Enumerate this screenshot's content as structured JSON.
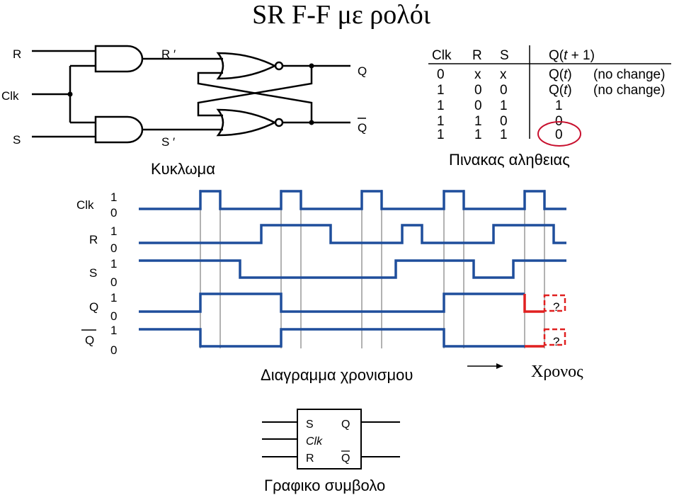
{
  "title": "SR F-F με ρολόι",
  "circuit": {
    "caption": "Κυκλωμα",
    "input_r": "R",
    "input_clk": "Clk",
    "input_s": "S",
    "r_prime": "R ′",
    "s_prime": "S ′",
    "out_q": "Q",
    "out_qbar": "Q"
  },
  "truth_table": {
    "caption": "Πινακας αληθειας",
    "headers": {
      "clk": "Clk",
      "r": "R",
      "s": "S",
      "q": "Q(",
      "q_t": "t",
      "q_end": " + 1)"
    },
    "rows": [
      {
        "clk": "0",
        "r": "x",
        "s": "x",
        "q": "Q(",
        "qt": "t",
        "qe": ")",
        "note": "(no change)"
      },
      {
        "clk": "1",
        "r": "0",
        "s": "0",
        "q": "Q(",
        "qt": "t",
        "qe": ")",
        "note": "(no change)"
      },
      {
        "clk": "1",
        "r": "0",
        "s": "1",
        "q": "1",
        "qt": "",
        "qe": "",
        "note": ""
      },
      {
        "clk": "1",
        "r": "1",
        "s": "0",
        "q": "0",
        "qt": "",
        "qe": "",
        "note": ""
      },
      {
        "clk": "1",
        "r": "1",
        "s": "1",
        "q": "0",
        "qt": "",
        "qe": "",
        "note": ""
      }
    ]
  },
  "timing": {
    "caption": "Διαγραμμα χρονισμου",
    "time_label": "Χρονος",
    "unknown_mark": "?",
    "signals": [
      {
        "name": "Clk",
        "high": "1",
        "low": "0"
      },
      {
        "name": "R",
        "high": "1",
        "low": "0"
      },
      {
        "name": "S",
        "high": "1",
        "low": "0"
      },
      {
        "name": "Q",
        "high": "1",
        "low": "0"
      },
      {
        "name": "Q",
        "high": "1",
        "low": "0"
      }
    ]
  },
  "symbol": {
    "caption": "Γραφικο συμβολο",
    "s": "S",
    "q": "Q",
    "clk": "Clk",
    "r": "R",
    "qbar": "Q"
  },
  "colors": {
    "waveform": "#1f4e9c",
    "undefined": "#e02020",
    "marker": "#c8102e",
    "gridline": "#999999"
  }
}
